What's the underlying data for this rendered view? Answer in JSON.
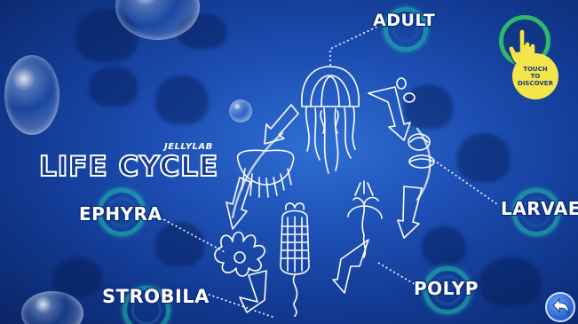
{
  "brand": "JELLYLAB",
  "title": "LIFE CYCLE",
  "stages": {
    "adult": "ADULT",
    "larvae": "LARVAE",
    "polyp": "POLYP",
    "strobila": "STROBILA",
    "ephyra": "EPHYRA"
  },
  "touch_button": {
    "line1": "TOUCH",
    "line2": "TO",
    "line3": "DISCOVER",
    "icon": "tap-hand-icon"
  },
  "back_button": {
    "icon": "back-arrow-icon"
  },
  "colors": {
    "background": "#1d4fb4",
    "ring": "#2fb86a",
    "touch_bubble": "#f4e64a",
    "label": "#ffffff"
  }
}
